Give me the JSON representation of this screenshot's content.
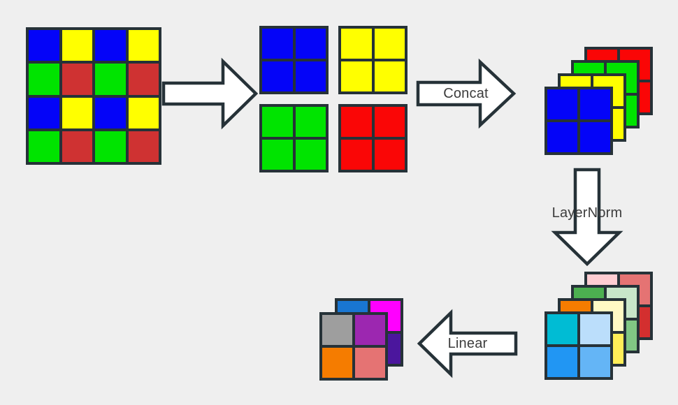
{
  "diagram_title": "patch-merging-flow",
  "colors": {
    "background": "#efefef",
    "outline": "#263238",
    "label_text": "#3c3c3c",
    "arrow_fill": "#ffffff"
  },
  "labels": {
    "concat": "Concat",
    "layernorm": "LayerNorm",
    "linear": "Linear"
  },
  "input_grid": {
    "rows": [
      [
        "#0404f8",
        "#ffff00",
        "#0404f8",
        "#ffff00"
      ],
      [
        "#00e400",
        "#cf3232",
        "#00e400",
        "#cf3232"
      ],
      [
        "#0404f8",
        "#ffff00",
        "#0404f8",
        "#ffff00"
      ],
      [
        "#00e400",
        "#cf3232",
        "#00e400",
        "#cf3232"
      ]
    ]
  },
  "patches": [
    {
      "name": "patch-blue",
      "color": "#0404f8"
    },
    {
      "name": "patch-yellow",
      "color": "#ffff00"
    },
    {
      "name": "patch-green",
      "color": "#00e400"
    },
    {
      "name": "patch-red",
      "color": "#fa0606"
    }
  ],
  "concat_stack": {
    "layers": [
      {
        "name": "red-layer",
        "cells": "#fa0606"
      },
      {
        "name": "green-layer",
        "cells": "#00e400"
      },
      {
        "name": "yellow-layer",
        "cells": "#ffff00"
      },
      {
        "name": "blue-layer",
        "cells": "#0404f8"
      }
    ]
  },
  "norm_stack": {
    "layers": [
      {
        "name": "red-layer",
        "cells": [
          "#ffcdd2",
          "#e57373",
          "#ef9a9a",
          "#d32f2f"
        ]
      },
      {
        "name": "green-layer",
        "cells": [
          "#4caf50",
          "#c8e6c9",
          "#a5d6a7",
          "#81c784"
        ]
      },
      {
        "name": "yellow-layer",
        "cells": [
          "#f57c00",
          "#fff9c4",
          "#fff176",
          "#ffee58"
        ]
      },
      {
        "name": "blue-layer",
        "cells": [
          "#00bcd4",
          "#bbdefb",
          "#2196f3",
          "#64b5f6"
        ]
      }
    ]
  },
  "output_stack": {
    "layers": [
      {
        "name": "back-layer",
        "cells": [
          "#1976d2",
          "#ff00ff",
          "#6a1b9a",
          "#4b169d"
        ]
      },
      {
        "name": "front-layer",
        "cells": [
          "#9e9e9e",
          "#9c27b0",
          "#f57c00",
          "#e57373"
        ]
      }
    ]
  }
}
